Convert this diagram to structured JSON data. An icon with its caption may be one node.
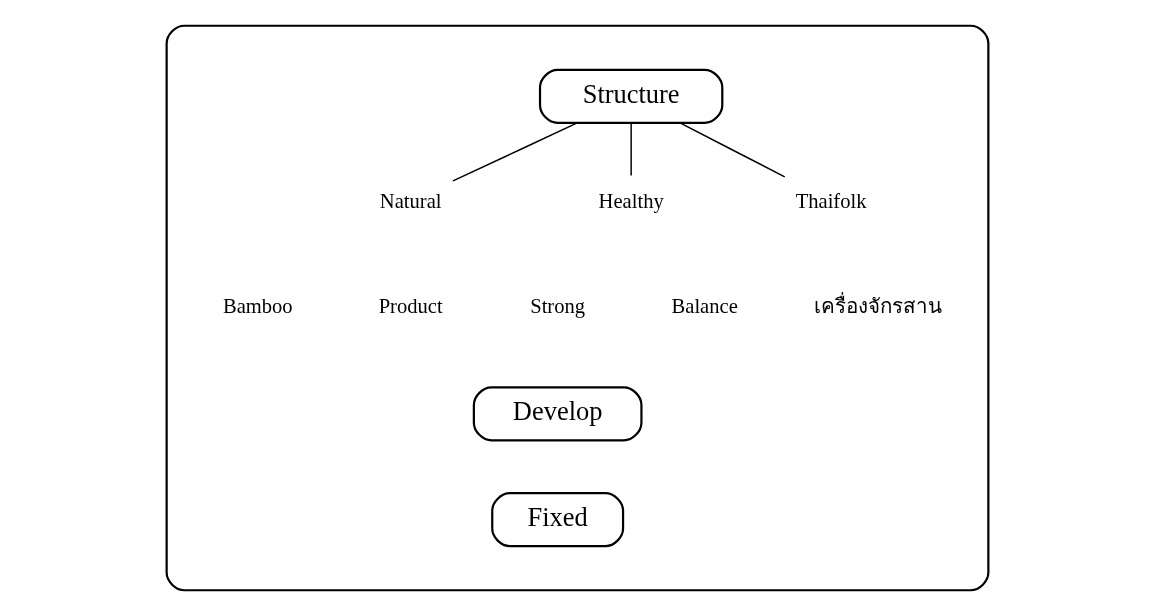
{
  "diagram": {
    "nodes": [
      {
        "text": [],
        "shape": "box"
      },
      {
        "text": [
          "Structure"
        ],
        "in": 0
      },
      {
        "text": [
          "Natural"
        ],
        "in": 0
      },
      {
        "text": [
          "Healthy"
        ],
        "in": 0
      },
      {
        "text": [
          "Thaifolk"
        ],
        "in": 0
      },
      {
        "text": [
          "Develop"
        ],
        "in": 0
      },
      {
        "text": [
          "Fixed"
        ],
        "in": 0
      }
    ],
    "edges": [
      {
        "from": 1,
        "to": 2,
        "arrow": "none"
      },
      {
        "from": 1,
        "to": 3,
        "arrow": "none"
      },
      {
        "from": 1,
        "to": 4,
        "arrow": "none"
      }
    ],
    "labels": [
      "Bamboo",
      "Product",
      "Strong",
      "Balance",
      "เครื่องจักรสาน"
    ]
  }
}
